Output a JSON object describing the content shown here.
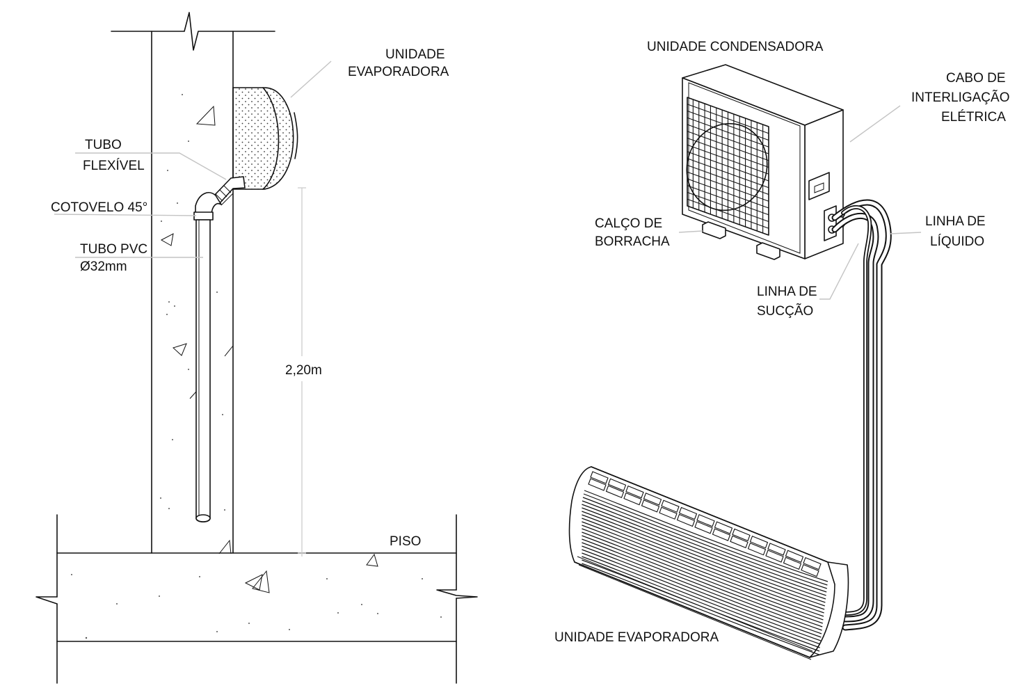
{
  "section_view": {
    "labels": {
      "evaporator_line1": "UNIDADE",
      "evaporator_line2": "EVAPORADORA",
      "flex_line1": "TUBO",
      "flex_line2": "FLEXÍVEL",
      "elbow": "COTOVELO 45°",
      "pvc_line1": "TUBO PVC",
      "pvc_line2": "Ø32mm",
      "height": "2,20m",
      "floor": "PISO"
    }
  },
  "iso_view": {
    "labels": {
      "condenser": "UNIDADE CONDENSADORA",
      "cable_line1": "CABO DE",
      "cable_line2": "INTERLIGAÇÃO",
      "cable_line3": "ELÉTRICA",
      "rubber_line1": "CALÇO DE",
      "rubber_line2": "BORRACHA",
      "liquid_line1": "LINHA DE",
      "liquid_line2": "LÍQUIDO",
      "suction_line1": "LINHA DE",
      "suction_line2": "SUCÇÃO",
      "evaporator": "UNIDADE EVAPORADORA"
    }
  }
}
